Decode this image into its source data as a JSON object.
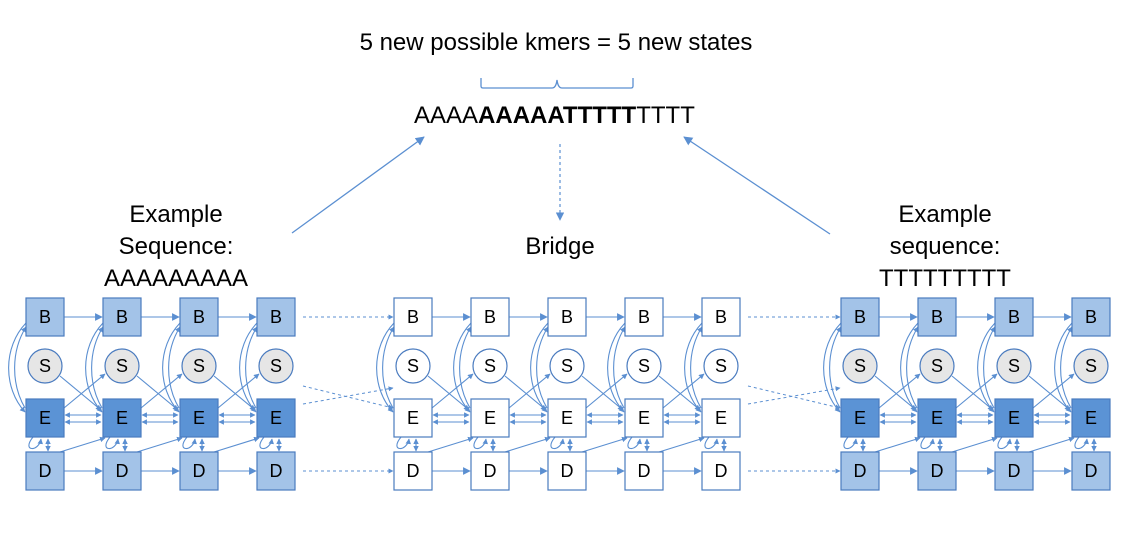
{
  "header": {
    "title": "5 new possible kmers = 5 new states",
    "sequence_prefix": "AAAA",
    "sequence_bold": "AAAAATTTTT",
    "sequence_suffix": "TTTT"
  },
  "left_label": {
    "line1": "Example",
    "line2": "Sequence:",
    "sequence": "AAAAAAAAA"
  },
  "bridge_label": "Bridge",
  "right_label": {
    "line1": "Example",
    "line2": "sequence:",
    "sequence": "TTTTTTTTT"
  },
  "state_letters": {
    "begin": "B",
    "silent": "S",
    "emit": "E",
    "delete": "D"
  },
  "groups": [
    {
      "name": "left-example",
      "columns": 4,
      "style": "filled"
    },
    {
      "name": "bridge",
      "columns": 5,
      "style": "white"
    },
    {
      "name": "right-example",
      "columns": 4,
      "style": "filled"
    }
  ],
  "colors": {
    "light_box": "#a3c3e8",
    "dark_box": "#5b93d5",
    "box_stroke": "#4a7bbf",
    "silent_fill": "#e6e6e6",
    "arrow": "#5b8fd1"
  }
}
